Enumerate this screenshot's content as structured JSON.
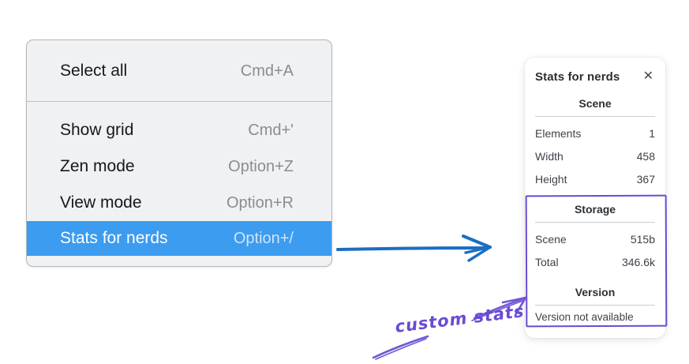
{
  "context_menu": {
    "items": [
      {
        "label": "Select all",
        "shortcut": "Cmd+A"
      },
      {
        "label": "Show grid",
        "shortcut": "Cmd+'"
      },
      {
        "label": "Zen mode",
        "shortcut": "Option+Z"
      },
      {
        "label": "View mode",
        "shortcut": "Option+R"
      },
      {
        "label": "Stats for nerds",
        "shortcut": "Option+/"
      }
    ],
    "highlighted_item": "Stats for nerds",
    "highlight_color": "#3b9cf0"
  },
  "stats_panel": {
    "title": "Stats for nerds",
    "close_icon": "✕",
    "sections": [
      {
        "heading": "Scene",
        "rows": [
          {
            "label": "Elements",
            "value": "1"
          },
          {
            "label": "Width",
            "value": "458"
          },
          {
            "label": "Height",
            "value": "367"
          }
        ]
      },
      {
        "heading": "Storage",
        "rows": [
          {
            "label": "Scene",
            "value": "515b"
          },
          {
            "label": "Total",
            "value": "346.6k"
          }
        ]
      },
      {
        "heading": "Version",
        "note": "Version not available"
      }
    ]
  },
  "annotations": {
    "label": "custom stats",
    "arrow_color": "#1b6ec2",
    "purple_color": "#6a4ad5"
  }
}
